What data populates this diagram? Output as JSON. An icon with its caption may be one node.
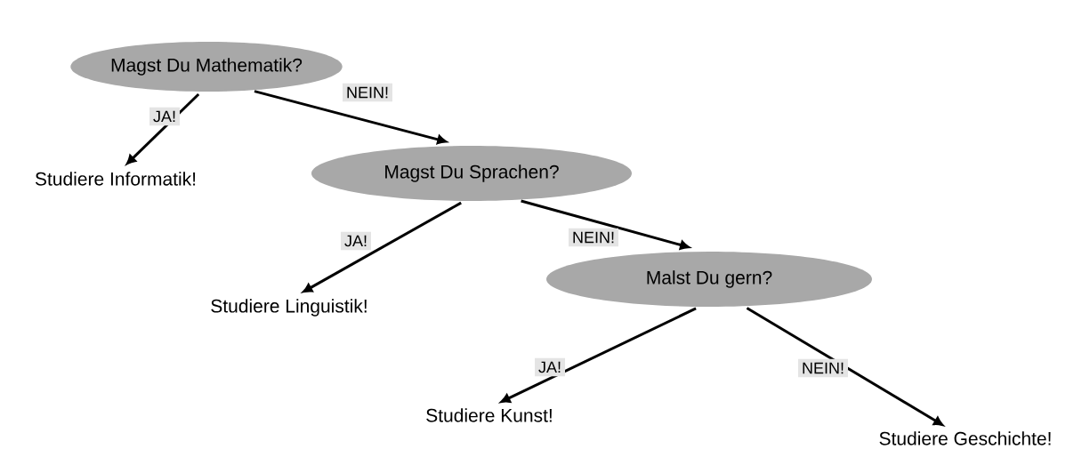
{
  "diagram": {
    "nodes": [
      {
        "text": [
          "Magst Du Mathematik?"
        ]
      },
      {
        "text": [
          "Studiere Informatik!"
        ]
      },
      {
        "text": [
          "Magst Du Sprachen?"
        ]
      },
      {
        "text": [
          "Studiere Linguistik!"
        ]
      },
      {
        "text": [
          "Malst Du gern?"
        ]
      },
      {
        "text": [
          "Studiere Kunst!"
        ]
      },
      {
        "text": [
          "Studiere Geschichte!"
        ]
      }
    ],
    "edges": [
      {
        "from": 0,
        "to": 1,
        "arrow": "to",
        "label": "JA!"
      },
      {
        "from": 0,
        "to": 2,
        "arrow": "to",
        "label": "NEIN!"
      },
      {
        "from": 2,
        "to": 3,
        "arrow": "to",
        "label": "JA!"
      },
      {
        "from": 2,
        "to": 4,
        "arrow": "to",
        "label": "NEIN!"
      },
      {
        "from": 4,
        "to": 5,
        "arrow": "to",
        "label": "JA!"
      },
      {
        "from": 4,
        "to": 6,
        "arrow": "to",
        "label": "NEIN!"
      }
    ]
  }
}
